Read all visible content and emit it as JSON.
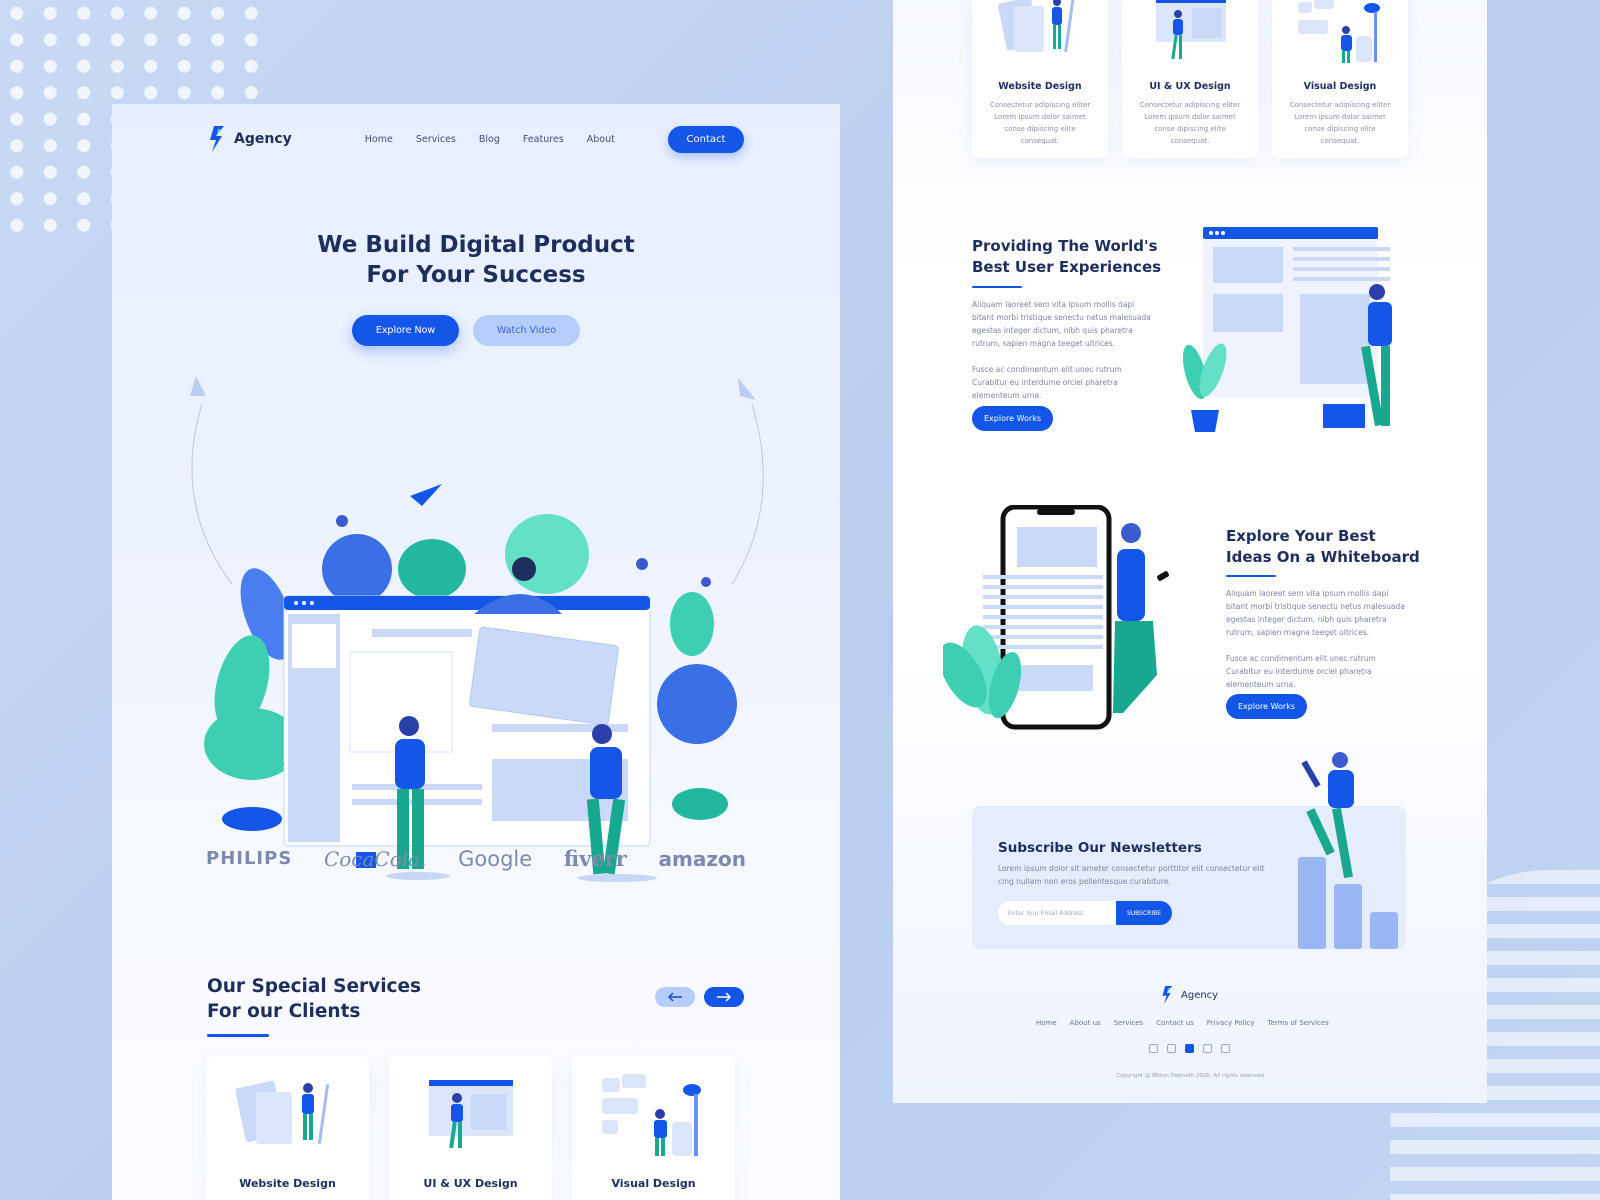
{
  "colors": {
    "primary": "#1356e8",
    "soft": "#b4cdfa",
    "title": "#1f2f5c",
    "background": "#c3d5f3"
  },
  "left": {
    "logo_text": "Agency",
    "nav": [
      "Home",
      "Services",
      "Blog",
      "Features",
      "About"
    ],
    "contact_label": "Contact",
    "hero_title_1": "We Build Digital Product",
    "hero_title_2": "For Your Success",
    "explore_label": "Explore Now",
    "watch_label": "Watch Video",
    "brands": [
      "PHILIPS",
      "CocaCola.",
      "Google",
      "fiverr",
      "amazon"
    ],
    "services_title_1": "Our Special Services",
    "services_title_2": "For our Clients",
    "prev_icon": "arrow-left-icon",
    "next_icon": "arrow-right-icon",
    "service_cards": [
      "Website Design",
      "UI & UX Design",
      "Visual Design"
    ]
  },
  "right": {
    "cards": [
      {
        "title": "Website Design",
        "desc": "Consectetur adipiscing eliter Lorem ipsum dolor saimet conse dipiscing elite consequat."
      },
      {
        "title": "UI & UX Design",
        "desc": "Consectetur adipiscing eliter Lorem ipsum dolor saimet conse dipiscing elite consequat."
      },
      {
        "title": "Visual Design",
        "desc": "Consectetur adipiscing eliter Lorem ipsum dolor saimet conse dipiscing elite consequat."
      }
    ],
    "feature1": {
      "title_1": "Providing The World's",
      "title_2": "Best User Experiences",
      "p1": "Aliquam laoreet sem vita ipsum mollis dapi bitant morbi tristique senectu netus malesuada egestas integer dictum, nibh quis pharetra rutrum, sapien magna teeget ultrices.",
      "p2": "Fusce ac condimentum elit unec rutrum Curabitur eu interdume orciel pharetra elementeum urna.",
      "button": "Explore Works"
    },
    "feature2": {
      "title_1": "Explore Your Best",
      "title_2": "Ideas On a Whiteboard",
      "p1": "Aliquam laoreet sem vita ipsum mollis dapi bitant morbi tristique senectu netus malesuada egestas integer dictum, nibh quis pharetra rutrum, sapien magna teeget ultrices.",
      "p2": "Fusce ac condimentum elit unec rutrum Curabitur eu interdume orciel pharetra elementeum urna.",
      "button": "Explore Works"
    },
    "subscribe": {
      "title": "Subscribe Our Newsletters",
      "desc": "Lorem ipsum dolor sit ameter consectetur porttitor elit consectetur elit cing nullam non eros pellentesque curabiture.",
      "placeholder": "Enter Your Email Address",
      "button": "SUBSCRIBE"
    },
    "footer": {
      "logo_text": "Agency",
      "links": [
        "Home",
        "About us",
        "Services",
        "Contact us",
        "Privacy Policy",
        "Terms of Services"
      ],
      "socials": [
        "facebook-icon",
        "twitter-icon",
        "dribbble-icon",
        "linkedin-icon",
        "vimeo-icon"
      ],
      "copyright": "Copyright @ Milton Debnath 2020. All rights reserved"
    }
  }
}
